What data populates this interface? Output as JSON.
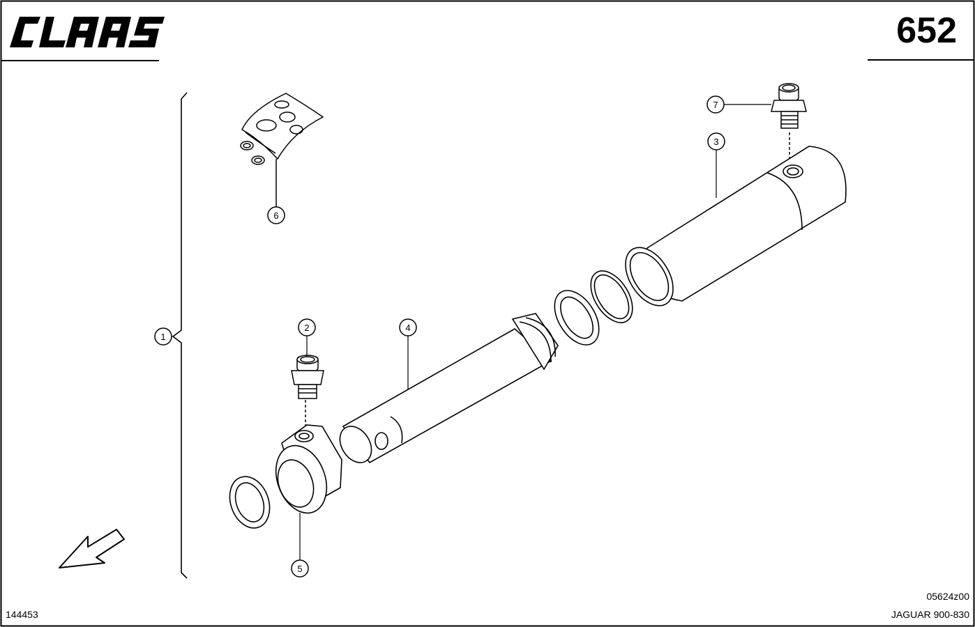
{
  "header": {
    "brand": "CLAAS",
    "page_number": "652"
  },
  "footer": {
    "doc_id": "144453",
    "drawing_number": "05624z00",
    "model": "JAGUAR 900-830"
  },
  "callouts": [
    {
      "number": "1",
      "part": "cylinder assembly bracket"
    },
    {
      "number": "2",
      "part": "fitting"
    },
    {
      "number": "3",
      "part": "cylinder barrel"
    },
    {
      "number": "4",
      "part": "piston rod"
    },
    {
      "number": "5",
      "part": "cylinder head"
    },
    {
      "number": "6",
      "part": "seal kit"
    },
    {
      "number": "7",
      "part": "fitting"
    }
  ],
  "icons": {
    "logo": "claas-logo",
    "direction": "arrow-down-left-icon"
  }
}
